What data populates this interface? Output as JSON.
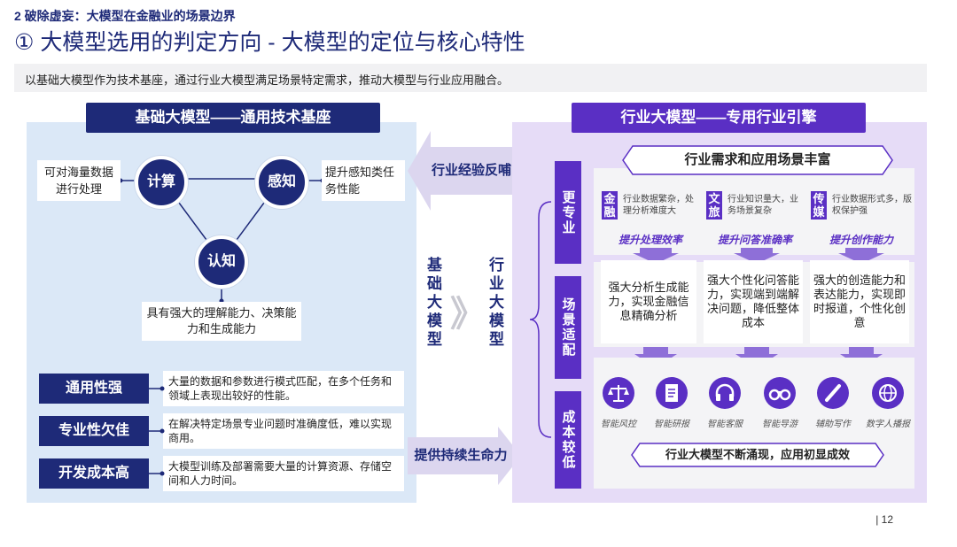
{
  "section_title": "2 破除虚妄：大模型在金融业的场景边界",
  "main_title": "① 大模型选用的判定方向 - 大模型的定位与核心特性",
  "intro": "以基础大模型作为技术基座，通过行业大模型满足场景特定需求，推动大模型与行业应用融合。",
  "left": {
    "header": "基础大模型——通用技术基座",
    "nodes": {
      "compute": "计算",
      "perceive": "感知",
      "cognize": "认知"
    },
    "notes": {
      "compute": "可对海量数据进行处理",
      "perceive": "提升感知类任务性能",
      "cognize": "具有强大的理解能力、决策能力和生成能力"
    },
    "traits": [
      {
        "label": "通用性强",
        "desc": "大量的数据和参数进行模式匹配，在多个任务和领域上表现出较好的性能。"
      },
      {
        "label": "专业性欠佳",
        "desc": "在解决特定场景专业问题时准确度低，难以实现商用。"
      },
      {
        "label": "开发成本高",
        "desc": "大模型训练及部署需要大量的计算资源、存储空间和人力时间。"
      }
    ]
  },
  "middle": {
    "feedback": "行业经验反哺",
    "sustain": "提供持续生命力",
    "base_vertical": "基础大模型",
    "industry_vertical": "行业大模型",
    "chevron": "》"
  },
  "right": {
    "header": "行业大模型——专用行业引擎",
    "banner": "行业需求和应用场景丰富",
    "side_tabs": [
      "更专业",
      "场景适配",
      "成本较低"
    ],
    "columns": [
      {
        "tag": "金融",
        "desc": "行业数据繁杂，处理分析难度大",
        "improve": "提升处理效率",
        "result": "强大分析生成能力，实现金融信息精确分析"
      },
      {
        "tag": "文旅",
        "desc": "行业知识量大，业务场景复杂",
        "improve": "提升问答准确率",
        "result": "强大个性化问答能力，实现端到端解决问题，降低整体成本"
      },
      {
        "tag": "传媒",
        "desc": "行业数据形式多，版权保护强",
        "improve": "提升创作能力",
        "result": "强大的创造能力和表达能力，实现即时报道，个性化创意"
      }
    ],
    "apps": [
      {
        "label": "智能风控",
        "icon": "scale-icon"
      },
      {
        "label": "智能研报",
        "icon": "document-icon"
      },
      {
        "label": "智能客服",
        "icon": "headset-icon"
      },
      {
        "label": "智能导游",
        "icon": "binoculars-icon"
      },
      {
        "label": "辅助写作",
        "icon": "pen-icon"
      },
      {
        "label": "数字人播报",
        "icon": "globe-icon"
      }
    ],
    "bottom_bar": "行业大模型不断涌现，应用初显成效"
  },
  "page_number": "| 12",
  "colors": {
    "navy": "#1e2a78",
    "purple": "#5a2fc4",
    "left_bg": "#dbe8f7",
    "right_bg": "#e6dcf7"
  }
}
